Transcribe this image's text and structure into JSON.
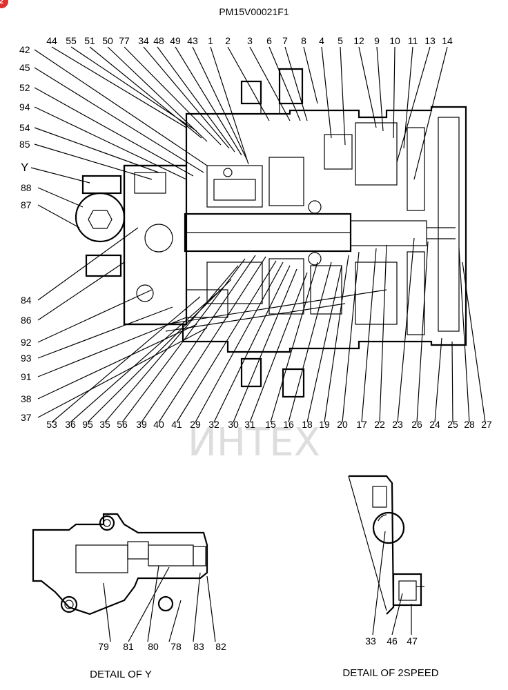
{
  "badge": "2",
  "drawing_code": "PM15V00021F1",
  "watermark": "ИНТЕХ",
  "main_view": {
    "top_labels": [
      "44",
      "55",
      "51",
      "50",
      "77",
      "34",
      "48",
      "49",
      "43",
      "1",
      "2",
      "3",
      "6",
      "7",
      "8",
      "4",
      "5",
      "12",
      "9",
      "10",
      "11",
      "13",
      "14"
    ],
    "left_labels": [
      "42",
      "45",
      "52",
      "94",
      "54",
      "85",
      "Y",
      "88",
      "87",
      "84",
      "86",
      "92",
      "93",
      "91",
      "38",
      "37"
    ],
    "bottom_labels": [
      "53",
      "36",
      "95",
      "35",
      "56",
      "39",
      "40",
      "41",
      "29",
      "32",
      "30",
      "31",
      "15",
      "16",
      "18",
      "19",
      "20",
      "17",
      "22",
      "23",
      "26",
      "24",
      "25",
      "28",
      "27"
    ]
  },
  "detail_y": {
    "caption": "DETAIL OF Y",
    "labels": [
      "79",
      "81",
      "80",
      "78",
      "83",
      "82"
    ]
  },
  "detail_2speed": {
    "caption": "DETAIL OF 2SPEED",
    "labels": [
      "33",
      "46",
      "47"
    ]
  }
}
